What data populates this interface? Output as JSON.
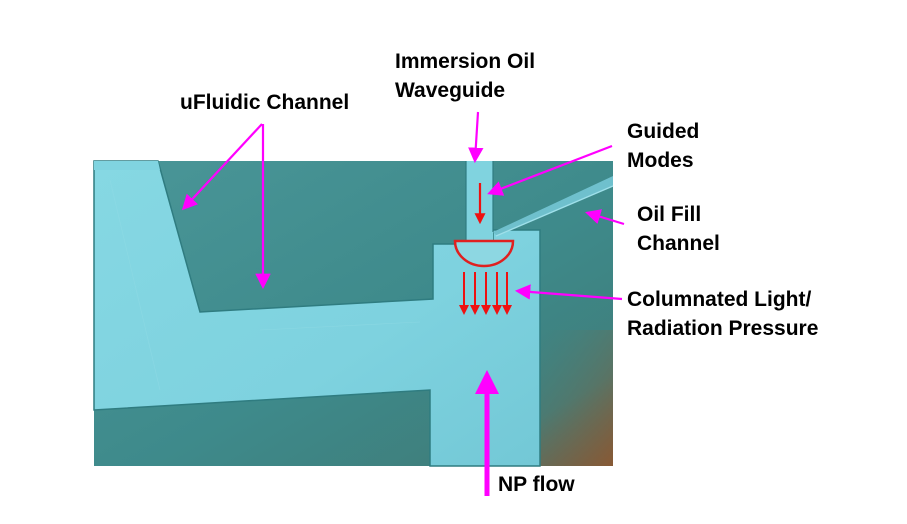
{
  "labels": {
    "ufluidic_channel": "uFluidic Channel",
    "immersion_oil": {
      "line1": "Immersion Oil",
      "line2": "Waveguide"
    },
    "guided_modes": {
      "line1": "Guided",
      "line2": "Modes"
    },
    "oil_fill": {
      "line1": "Oil Fill",
      "line2": "Channel"
    },
    "columnated": {
      "line1": "Columnated Light/",
      "line2": "Radiation Pressure"
    },
    "np_flow": "NP flow"
  },
  "colors": {
    "annotation_arrow": "#ff00ff",
    "light_arrows": "#ee1111",
    "channel_fill": "#7fd3e0",
    "substrate": "#3f8b8c"
  }
}
